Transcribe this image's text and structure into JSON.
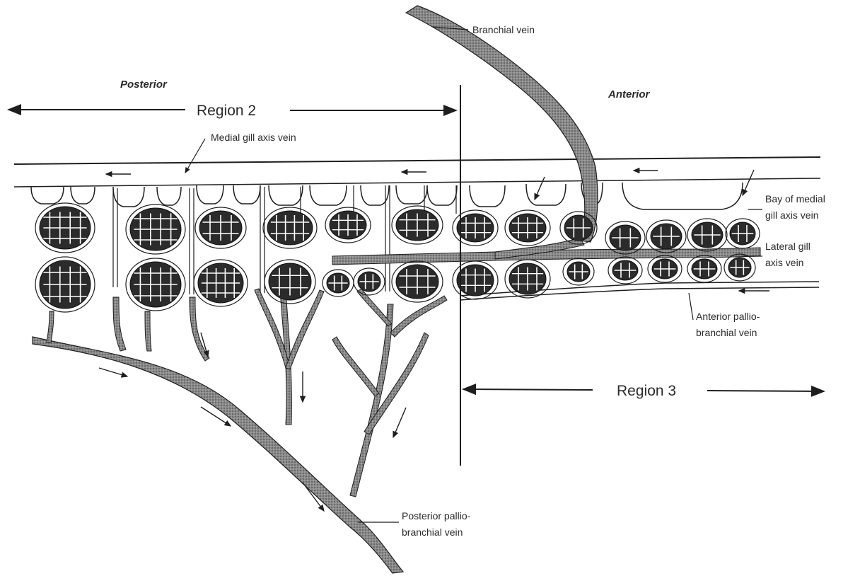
{
  "labels": {
    "posterior": "Posterior",
    "anterior": "Anterior",
    "region2": "Region 2",
    "region3": "Region 3",
    "branchial_vein": "Branchial vein",
    "medial_gill_axis_vein": "Medial gill axis vein",
    "bay_line1": "Bay of medial",
    "bay_line2": "gill axis vein",
    "lateral_line1": "Lateral gill",
    "lateral_line2": "axis vein",
    "apb_line1": "Anterior pallio-",
    "apb_line2": "branchial vein",
    "ppb_line1": "Posterior pallio-",
    "ppb_line2": "branchial vein"
  },
  "colors": {
    "ink": "#1e1e1e",
    "vessel_fill": "#8f8f8f",
    "vessel_dark": "#3a3a3a",
    "lamella_fill": "#2b2b2b"
  }
}
